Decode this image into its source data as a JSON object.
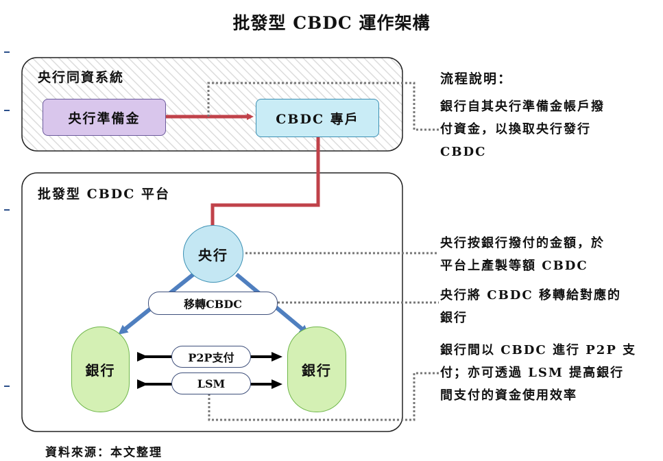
{
  "title": "批發型 CBDC 運作架構",
  "top_group": {
    "label": "央行同資系統",
    "reserve_box": "央行準備金",
    "cbdc_account_box": "CBDC 專戶"
  },
  "platform_group": {
    "label": "批發型 CBDC 平台",
    "central_bank_node": "央行",
    "transfer_label": "移轉CBDC",
    "bank_left": "銀行",
    "bank_right": "銀行",
    "p2p_label": "P2P支付",
    "lsm_label": "LSM"
  },
  "notes": {
    "heading": "流程說明：",
    "note1": [
      "銀行自其央行準備金帳戶撥",
      "付資金，以換取央行發行",
      "CBDC"
    ],
    "note2": [
      "央行按銀行撥付的金額，於",
      "平台上產製等額 CBDC"
    ],
    "note3": [
      "央行將 CBDC 移轉給對應的",
      "銀行"
    ],
    "note4": [
      "銀行間以 CBDC 進行 P2P 支",
      "付；亦可透過 LSM 提高銀行",
      "間支付的資金使用效率"
    ]
  },
  "source": "資料來源：本文整理",
  "colors": {
    "reserve_fill": "#d9c6ec",
    "cbdc_fill": "#c9ecf6",
    "node_fill": "#c4e7f3",
    "bank_fill": "#d4f0b4",
    "red_line": "#c0424a",
    "blue_arrow": "#4f7fbf",
    "dotted": "#777777"
  }
}
